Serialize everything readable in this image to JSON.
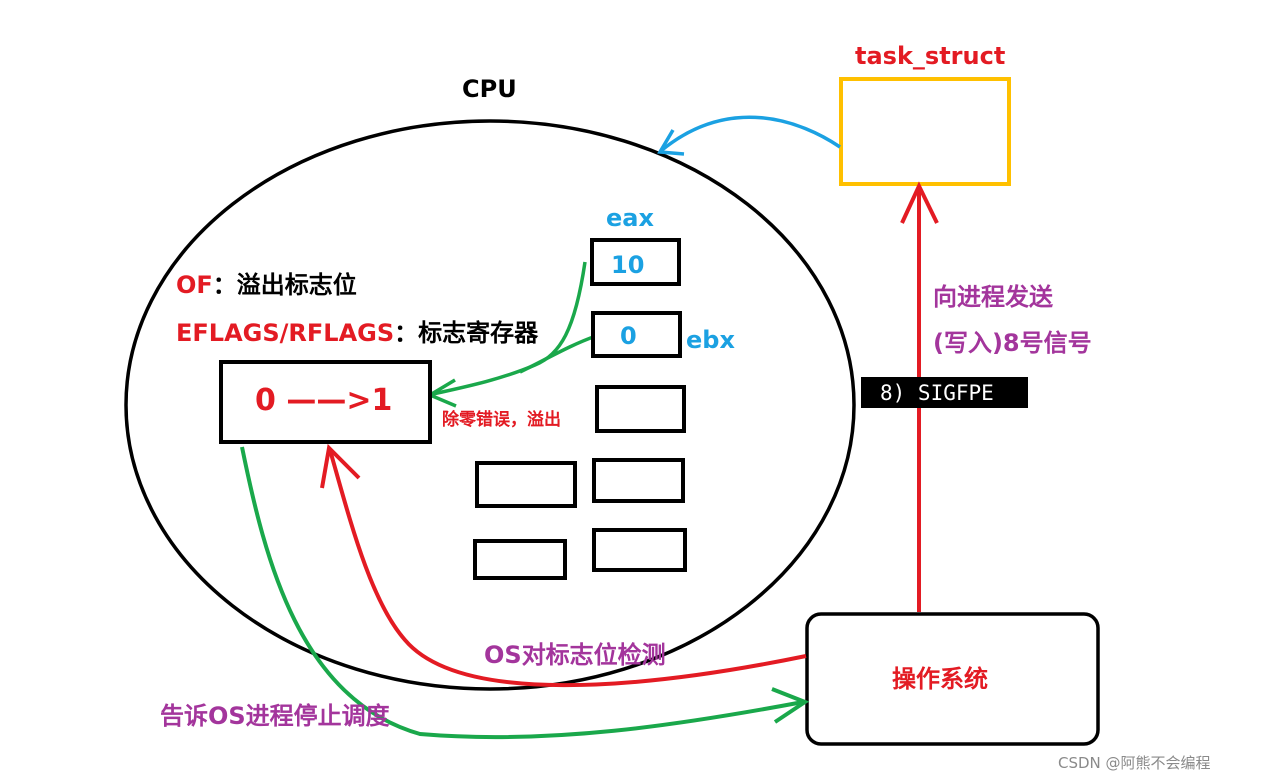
{
  "cpu": {
    "title": "CPU"
  },
  "task_struct": {
    "title": "task_struct"
  },
  "flags": {
    "of_key": "OF",
    "of_sep": "：",
    "of_desc": "溢出标志位",
    "eflags_key": "EFLAGS/RFLAGS",
    "eflags_sep": "：",
    "eflags_desc": "标志寄存器"
  },
  "flag_register": {
    "value": "0 ——>1"
  },
  "registers": {
    "eax_name": "eax",
    "eax_value": "10",
    "ebx_name": "ebx",
    "ebx_value": "0"
  },
  "annotations": {
    "divide_error": "除零错误，溢出",
    "send_line1": "向进程发送",
    "send_line2": "(写入)8号信号",
    "signal": "8) SIGFPE",
    "os_check": "OS对标志位检测",
    "tell_os": "告诉OS进程停止调度"
  },
  "os": {
    "title": "操作系统"
  },
  "watermark": "CSDN @阿熊不会编程",
  "colors": {
    "red": "#e31b23",
    "blue": "#1ba1e2",
    "purple": "#a3359c",
    "green": "#1aa84b",
    "yellow": "#ffc000",
    "black": "#000000"
  }
}
